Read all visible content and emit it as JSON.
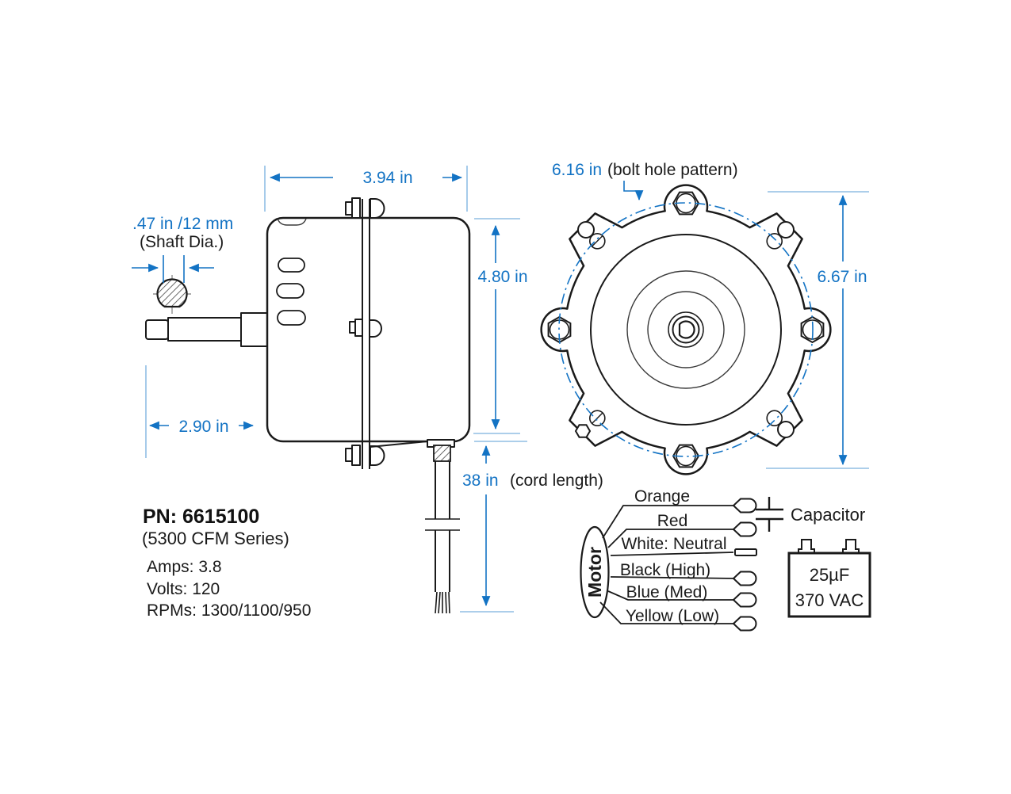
{
  "side_view": {
    "width_dim": "3.94 in",
    "height_dim": "4.80 in",
    "shaft_dia_dim": ".47 in /12 mm",
    "shaft_dia_note": "(Shaft Dia.)",
    "shaft_length_dim": "2.90 in",
    "cord_dim": "38 in",
    "cord_note": "(cord length)"
  },
  "front_view": {
    "bolt_pattern_dim": "6.16 in",
    "bolt_pattern_note": "(bolt hole pattern)",
    "height_dim": "6.67 in"
  },
  "specs": {
    "part_number": "PN: 6615100",
    "series": "(5300 CFM Series)",
    "amps": "Amps: 3.8",
    "volts": "Volts: 120",
    "rpms": "RPMs: 1300/1100/950"
  },
  "wiring": {
    "motor_label": "Motor",
    "wires": [
      "Orange",
      "Red",
      "White: Neutral",
      "Black (High)",
      "Blue (Med)",
      "Yellow (Low)"
    ],
    "capacitor_label": "Capacitor",
    "capacitor_uf": "25µF",
    "capacitor_vac": "370 VAC"
  },
  "colors": {
    "dimension_blue": "#1373C4",
    "extension_light_blue": "#90BEE4",
    "line_black": "#1a1a1a",
    "background": "#FFFFFF"
  }
}
